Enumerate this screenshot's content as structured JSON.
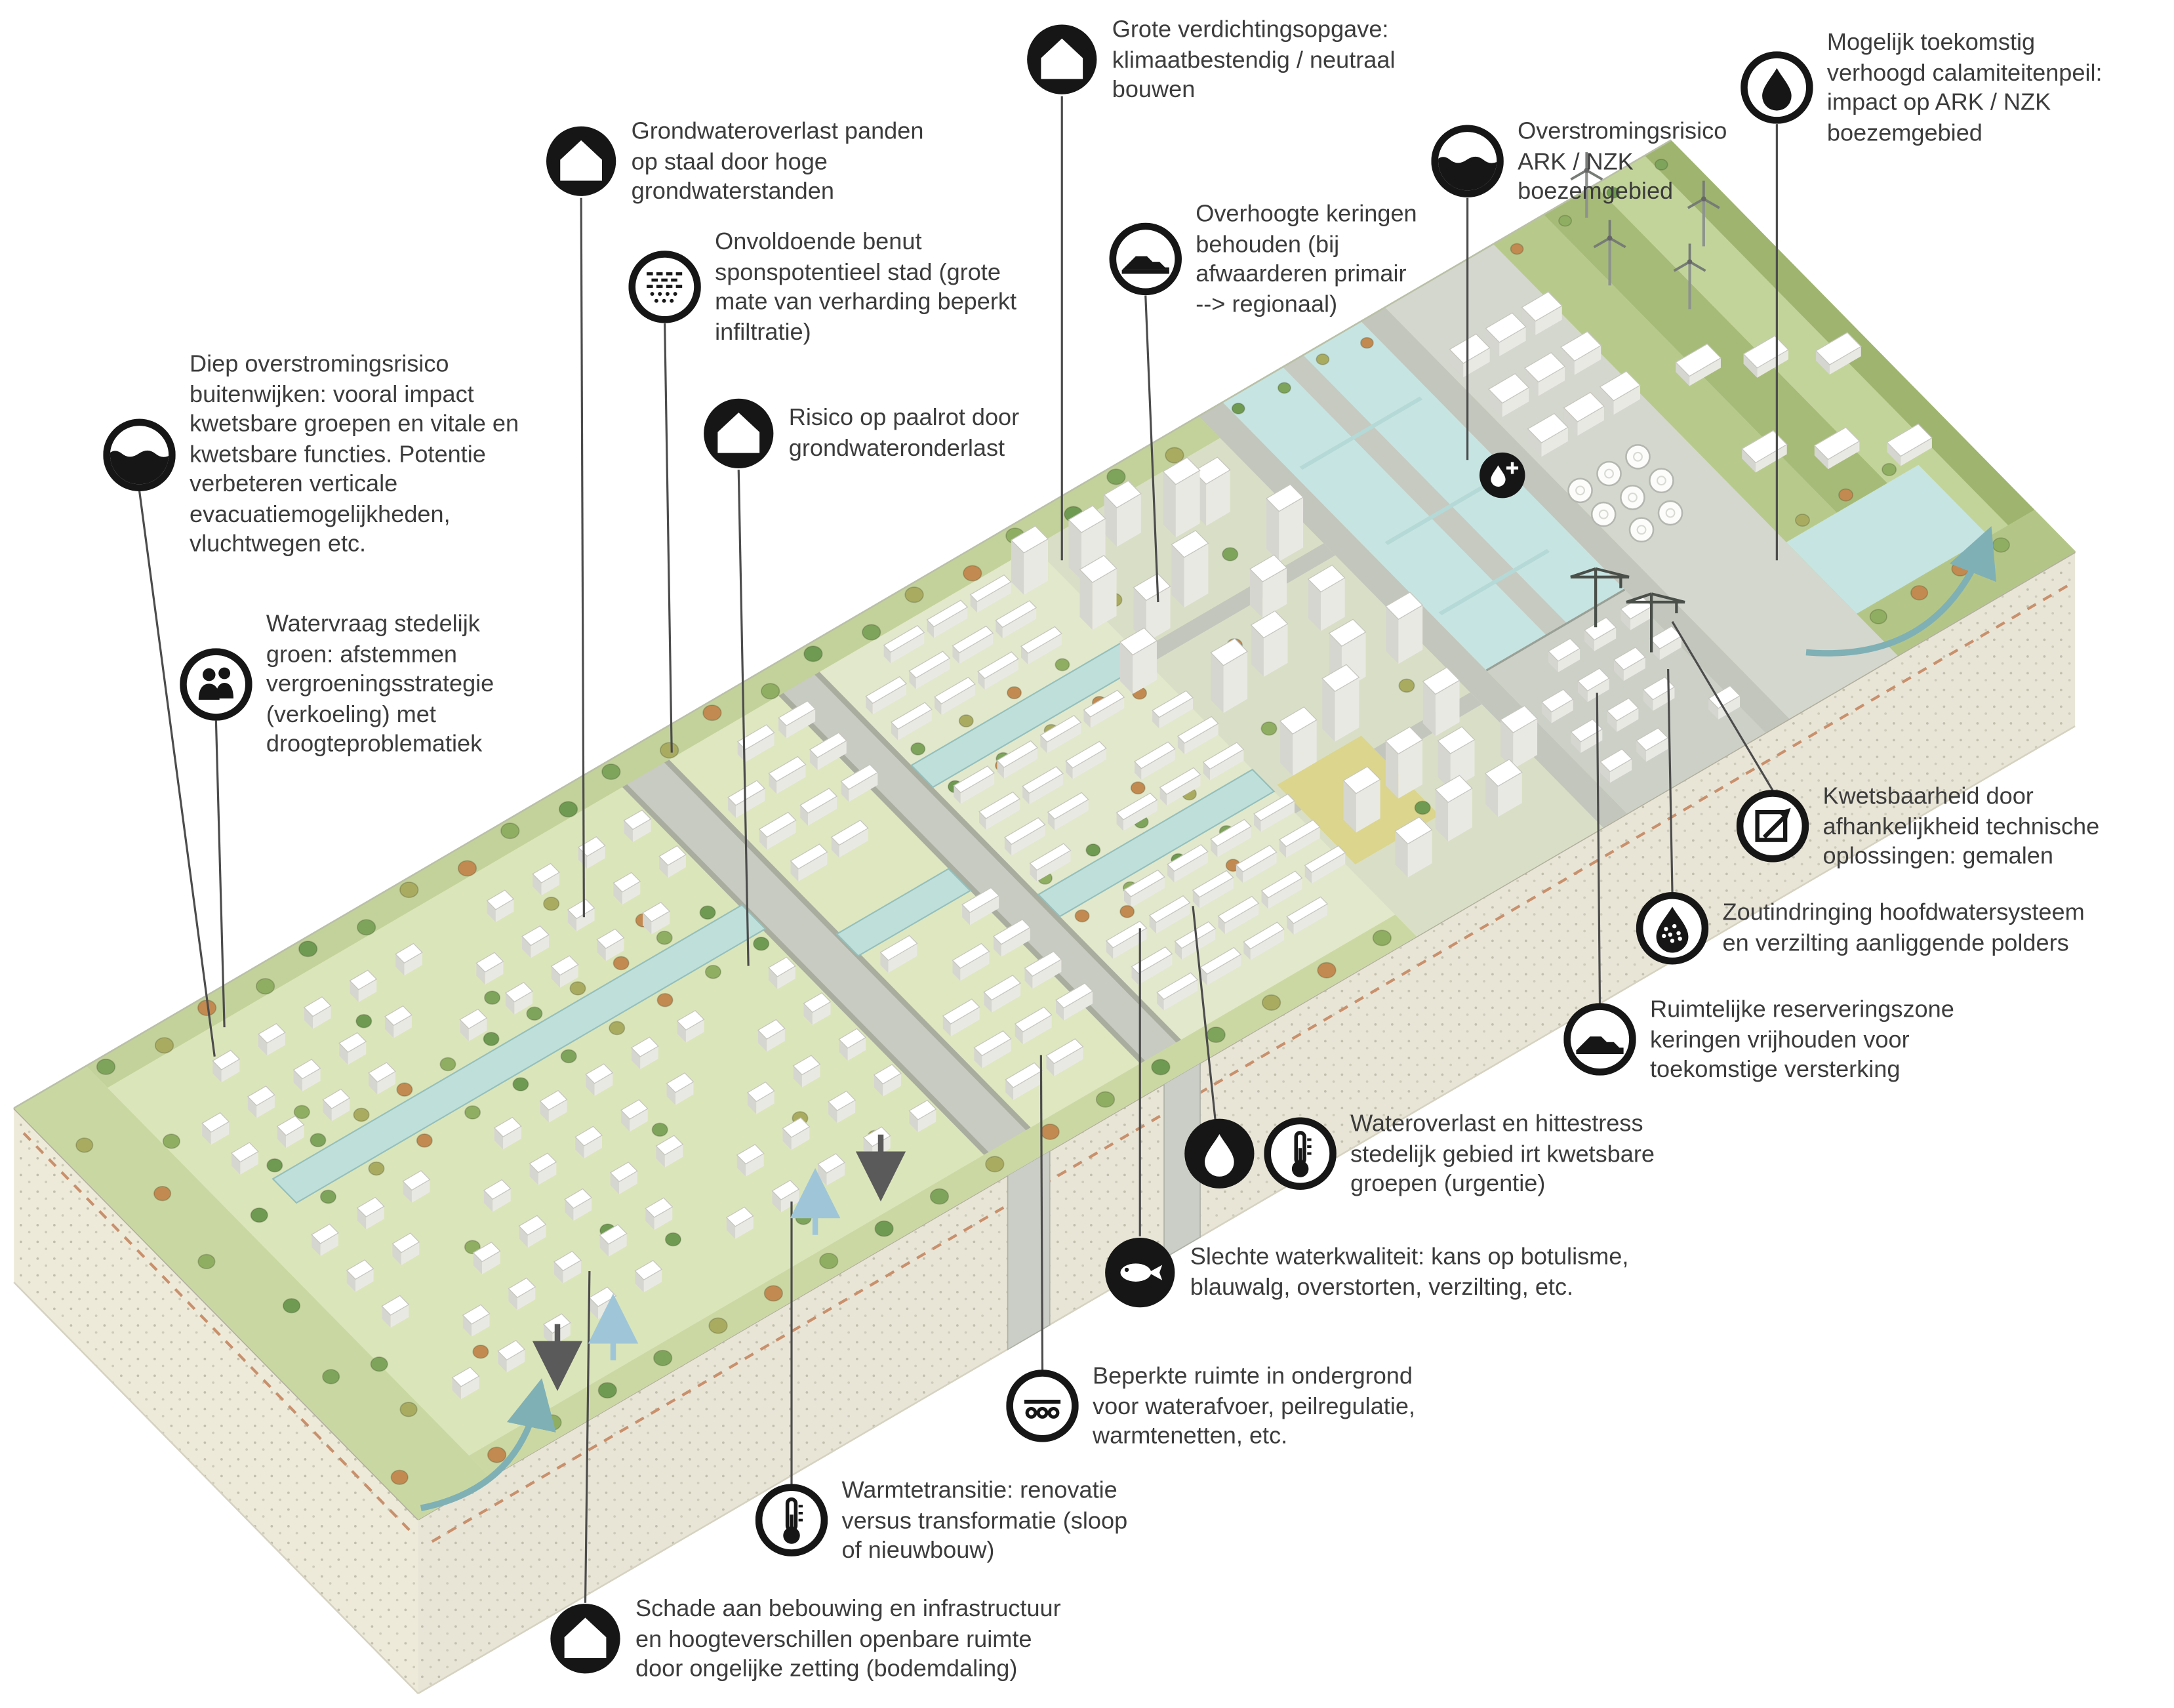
{
  "style": {
    "icon_color": "#161616",
    "leader_line_color": "#4c4c4c",
    "arrow_teal": "#7fb0b5",
    "arrow_blue": "#9fc6d8",
    "arrow_dark": "#5a5a5a",
    "water_color": "#c6e4e2",
    "cliff_color": "#e8e5d7"
  },
  "annotations": [
    {
      "id": "densification",
      "icons": [
        "house-icon"
      ],
      "text": "Grote verdichtingsopgave:\nklimaatbestendig / neutraal\nbouwen"
    },
    {
      "id": "groundwater-nuisance",
      "icons": [
        "house-icon"
      ],
      "text": "Grondwateroverlast panden\nop staal door hoge\ngrondwaterstanden"
    },
    {
      "id": "sponge-potential",
      "icons": [
        "infiltration-icon"
      ],
      "text": "Onvoldoende benut\nsponspotentieel stad (grote\nmate van verharding beperkt\ninfiltratie)"
    },
    {
      "id": "pile-rot",
      "icons": [
        "house-icon"
      ],
      "text": "Risico op paalrot door\ngrondwateronderlast"
    },
    {
      "id": "dike-height",
      "icons": [
        "dike-profile-icon"
      ],
      "text": "Overhoogte keringen\nbehouden (bij\nafwaarderen primair\n--> regionaal)"
    },
    {
      "id": "flood-risk-ark",
      "icons": [
        "flood-water-icon"
      ],
      "text": "Overstromingsrisico\nARK / NZK\nboezemgebied"
    },
    {
      "id": "calamity-level",
      "icons": [
        "water-level-drop-icon"
      ],
      "text": "Mogelijk toekomstig\nverhoogd calamiteitenpeil:\nimpact op ARK / NZK\nboezemgebied"
    },
    {
      "id": "deep-flood-risk",
      "icons": [
        "flood-water-icon"
      ],
      "text": "Diep overstromingsrisico\nbuitenwijken: vooral impact\nkwetsbare groepen en vitale en\nkwetsbare functies. Potentie\nverbeteren verticale\nevacuatiemogelijkheden,\nvluchtwegen etc."
    },
    {
      "id": "water-demand-green",
      "icons": [
        "people-icon"
      ],
      "text": "Watervraag stedelijk\ngroen: afstemmen\nvergroeningsstrategie\n(verkoeling) met\ndroogteproblematiek"
    },
    {
      "id": "pump-dependency",
      "icons": [
        "pump-arrow-icon"
      ],
      "text": "Kwetsbaarheid door\nafhankelijkheid technische\noplossingen: gemalen"
    },
    {
      "id": "salt-intrusion",
      "icons": [
        "salt-drop-icon"
      ],
      "text": "Zoutindringing hoofdwatersysteem\nen verzilting aanliggende polders"
    },
    {
      "id": "reservation-zone",
      "icons": [
        "dike-profile-icon"
      ],
      "text": "Ruimtelijke reserveringszone\nkeringen vrijhouden voor\ntoekomstige versterking"
    },
    {
      "id": "heat-stress",
      "icons": [
        "water-drop-icon",
        "thermometer-icon"
      ],
      "text": "Wateroverlast en hittestress\nstedelijk gebied irt kwetsbare\ngroepen (urgentie)"
    },
    {
      "id": "water-quality",
      "icons": [
        "fish-icon"
      ],
      "text": "Slechte waterkwaliteit: kans op botulisme,\nblauwalg, overstorten, verzilting, etc."
    },
    {
      "id": "underground-space",
      "icons": [
        "underground-pipes-icon"
      ],
      "text": "Beperkte ruimte in ondergrond\nvoor waterafvoer, peilregulatie,\nwarmtenetten, etc."
    },
    {
      "id": "heat-transition",
      "icons": [
        "thermometer-icon"
      ],
      "text": "Warmtetransitie: renovatie\nversus transformatie (sloop\nof nieuwbouw)"
    },
    {
      "id": "subsidence",
      "icons": [
        "house-icon"
      ],
      "text": "Schade aan bebouwing en infrastructuur\nen hoogteverschillen openbare ruimte\ndoor ongelijke zetting (bodemdaling)"
    }
  ],
  "scene_badges": [
    {
      "id": "water-plus",
      "icon": "water-drop-plus-icon"
    }
  ]
}
